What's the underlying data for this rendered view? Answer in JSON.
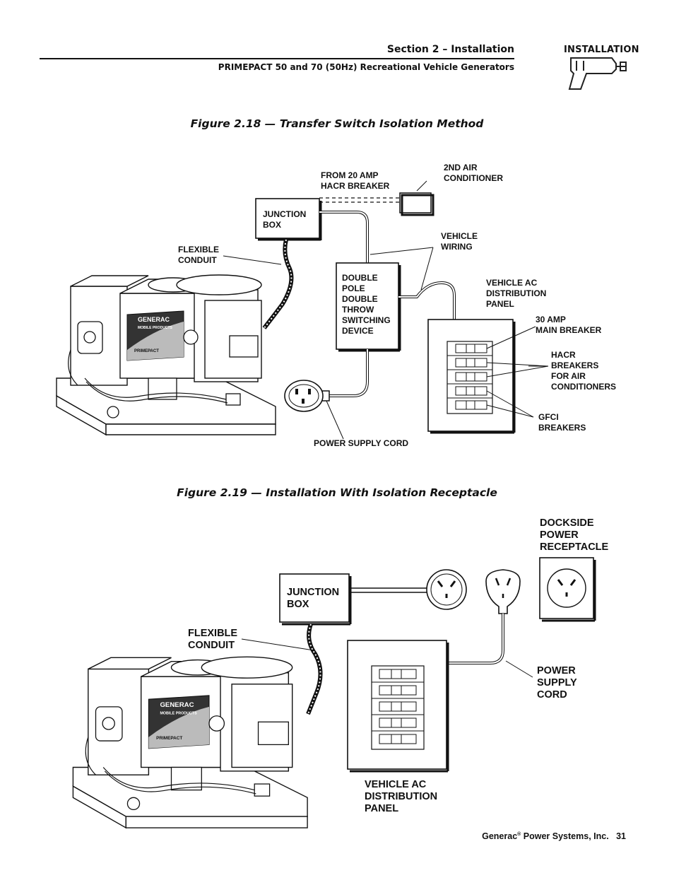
{
  "header": {
    "section": "Section 2 – Installation",
    "subtitle": "PRIMEPACT 50 and 70 (50Hz) Recreational Vehicle Generators",
    "badge": "INSTALLATION"
  },
  "figure_2_18": {
    "caption": "Figure 2.18 — Transfer Switch Isolation Method",
    "labels": {
      "from_breaker": "FROM 20 AMP\nHACR BREAKER",
      "second_ac": "2ND AIR\nCONDITIONER",
      "junction_box": "JUNCTION\nBOX",
      "flexible_conduit": "FLEXIBLE\nCONDUIT",
      "vehicle_wiring": "VEHICLE\nWIRING",
      "switch_device": "DOUBLE\nPOLE\nDOUBLE\nTHROW\nSWITCHING\nDEVICE",
      "distribution_panel": "VEHICLE AC\nDISTRIBUTION\nPANEL",
      "main_breaker": "30 AMP\nMAIN BREAKER",
      "hacr_breakers": "HACR\nBREAKERS\nFOR AIR\nCONDITIONERS",
      "gfci_breakers": "GFCI\nBREAKERS",
      "power_cord": "POWER SUPPLY CORD"
    }
  },
  "figure_2_19": {
    "caption": "Figure 2.19 — Installation With Isolation Receptacle",
    "labels": {
      "dockside": "DOCKSIDE\nPOWER\nRECEPTACLE",
      "junction_box": "JUNCTION\nBOX",
      "flexible_conduit": "FLEXIBLE\nCONDUIT",
      "power_cord": "POWER\nSUPPLY\nCORD",
      "distribution_panel": "VEHICLE AC\nDISTRIBUTION\nPANEL"
    }
  },
  "generator_badge": {
    "brand": "GENERAC",
    "subbrand": "MOBILE PRODUCTS",
    "model": "PRIMEPACT"
  },
  "footer": {
    "company": "Generac",
    "reg": "®",
    "company_rest": " Power Systems, Inc.",
    "page": "31"
  }
}
